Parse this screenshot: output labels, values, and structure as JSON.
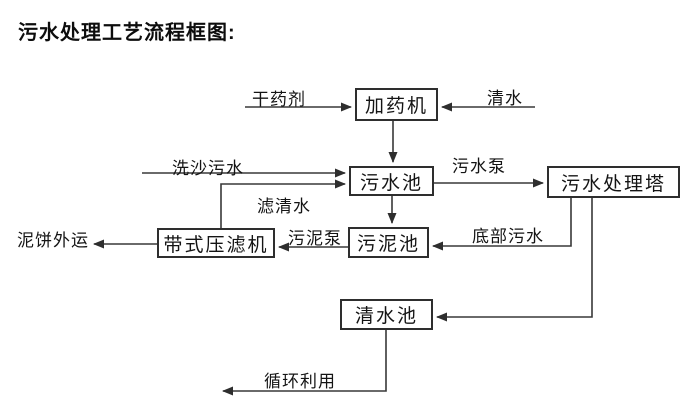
{
  "title": "污水处理工艺流程框图:",
  "diagram": {
    "nodes": {
      "dosing_machine": "加药机",
      "sewage_pool": "污水池",
      "treatment_tower": "污水处理塔",
      "sludge_pool": "污泥池",
      "belt_filter_press": "带式压滤机",
      "clear_water_pool": "清水池"
    },
    "labels": {
      "dry_agent": "干药剂",
      "clear_water": "清水",
      "sand_wash_sewage": "洗沙污水",
      "sewage_pump": "污水泵",
      "filtered_water": "滤清水",
      "sludge_pump": "污泥泵",
      "bottom_sewage": "底部污水",
      "mud_cake_out": "泥饼外运",
      "recycle_use": "循环利用"
    },
    "edges": [
      {
        "from": "干药剂(外部)",
        "to": "加药机",
        "label": "干药剂"
      },
      {
        "from": "清水(外部)",
        "to": "加药机",
        "label": "清水"
      },
      {
        "from": "加药机",
        "to": "污水池",
        "label": ""
      },
      {
        "from": "洗沙污水(外部)",
        "to": "污水池",
        "label": "洗沙污水"
      },
      {
        "from": "带式压滤机",
        "to": "污水池",
        "label": "滤清水"
      },
      {
        "from": "污水池",
        "to": "污水处理塔",
        "label": "污水泵"
      },
      {
        "from": "污水池",
        "to": "污泥池",
        "label": ""
      },
      {
        "from": "污水处理塔",
        "to": "污泥池",
        "label": "底部污水"
      },
      {
        "from": "污泥池",
        "to": "带式压滤机",
        "label": "污泥泵"
      },
      {
        "from": "带式压滤机",
        "to": "泥饼外运(外部)",
        "label": "泥饼外运"
      },
      {
        "from": "污水处理塔",
        "to": "清水池",
        "label": ""
      },
      {
        "from": "清水池",
        "to": "循环利用(外部)",
        "label": "循环利用"
      }
    ],
    "line_color": "#383838",
    "background_color": "#ffffff"
  }
}
